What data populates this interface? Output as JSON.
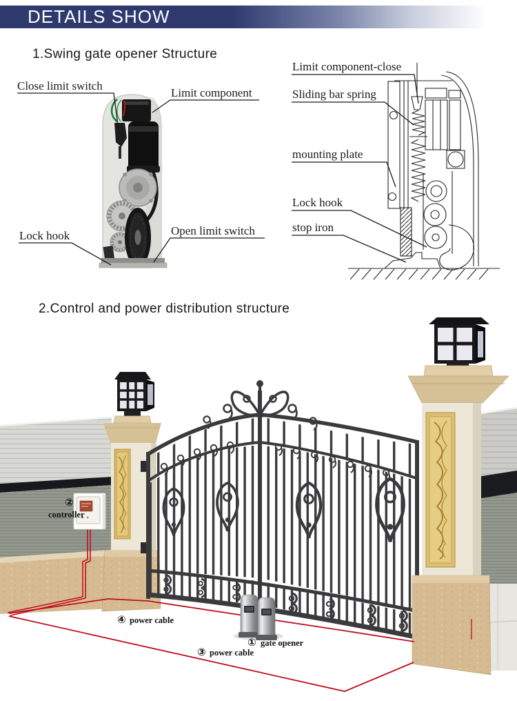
{
  "header": {
    "title": "DETAILS SHOW"
  },
  "section1": {
    "title": "1.Swing gate opener Structure"
  },
  "section2": {
    "title": "2.Control and power distribution structure"
  },
  "photo_labels": {
    "close_limit": "Close limit switch",
    "limit_component": "Limit component",
    "lock_hook": "Lock hook",
    "open_limit": "Open limit switch"
  },
  "drawing_labels": {
    "limit_component_close": "Limit component-close",
    "sliding_bar_spring": "Sliding bar spring",
    "mounting_plate": "mounting plate",
    "lock_hook": "Lock hook",
    "stop_iron": "stop iron"
  },
  "scene_labels": {
    "controller_num": "②",
    "controller": "controller",
    "cable4_num": "④",
    "cable4": "power cable",
    "opener_num": "①",
    "opener": "gate opener",
    "cable3_num": "③",
    "cable3": "power cable"
  },
  "colors": {
    "header_navy": "#2e3a6e",
    "cable_red": "#c00d1e",
    "gate_iron": "#3a3a3c",
    "pillar_cream": "#ece7d7",
    "stone_tan": "#d6bb92",
    "carving_gold": "#d9ba6b",
    "lamp_black": "#17171a"
  }
}
